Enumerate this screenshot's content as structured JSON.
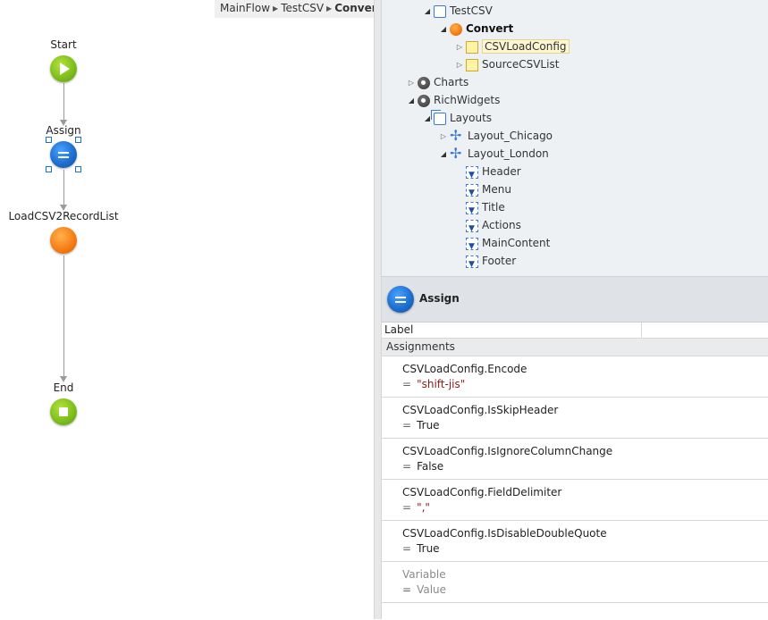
{
  "breadcrumb": [
    "MainFlow",
    "TestCSV",
    "Convert"
  ],
  "flow": {
    "start": "Start",
    "assign": "Assign",
    "load": "LoadCSV2RecordList",
    "end": "End"
  },
  "tree": {
    "items": [
      {
        "label": "TestCSV",
        "icon": "screen-icon",
        "expander": "open"
      },
      {
        "label": "Convert",
        "icon": "server-action-icon",
        "expander": "open"
      },
      {
        "label": "CSVLoadConfig",
        "icon": "local-variable-icon",
        "expander": "closed"
      },
      {
        "label": "SourceCSVList",
        "icon": "local-variable-icon",
        "expander": "closed"
      },
      {
        "label": "Charts",
        "icon": "module-icon",
        "expander": "closed"
      },
      {
        "label": "RichWidgets",
        "icon": "module-icon",
        "expander": "open"
      },
      {
        "label": "Layouts",
        "icon": "layouts-folder-icon",
        "expander": "open"
      },
      {
        "label": "Layout_Chicago",
        "icon": "web-block-icon",
        "expander": "closed"
      },
      {
        "label": "Layout_London",
        "icon": "web-block-icon",
        "expander": "open"
      },
      {
        "label": "Header",
        "icon": "placeholder-icon"
      },
      {
        "label": "Menu",
        "icon": "placeholder-icon"
      },
      {
        "label": "Title",
        "icon": "placeholder-icon"
      },
      {
        "label": "Actions",
        "icon": "placeholder-icon"
      },
      {
        "label": "MainContent",
        "icon": "placeholder-icon"
      },
      {
        "label": "Footer",
        "icon": "placeholder-icon"
      }
    ]
  },
  "props": {
    "title": "Assign",
    "label_field": "Label",
    "label_value": "",
    "section": "Assignments",
    "assignments": [
      {
        "variable": "CSVLoadConfig.Encode",
        "value": "\"shift-jis\"",
        "type": "string"
      },
      {
        "variable": "CSVLoadConfig.IsSkipHeader",
        "value": "True",
        "type": "literal"
      },
      {
        "variable": "CSVLoadConfig.IsIgnoreColumnChange",
        "value": "False",
        "type": "literal"
      },
      {
        "variable": "CSVLoadConfig.FieldDelimiter",
        "value": "\",\"",
        "type": "string"
      },
      {
        "variable": "CSVLoadConfig.IsDisableDoubleQuote",
        "value": "True",
        "type": "literal"
      }
    ],
    "placeholder": {
      "variable": "Variable",
      "value": "Value"
    },
    "eq": "="
  },
  "colors": {
    "string_value": "#8b1a1a",
    "assign_node": "#1e6fd0",
    "start_end_node": "#7fbf1e",
    "action_node": "#f57a12"
  }
}
